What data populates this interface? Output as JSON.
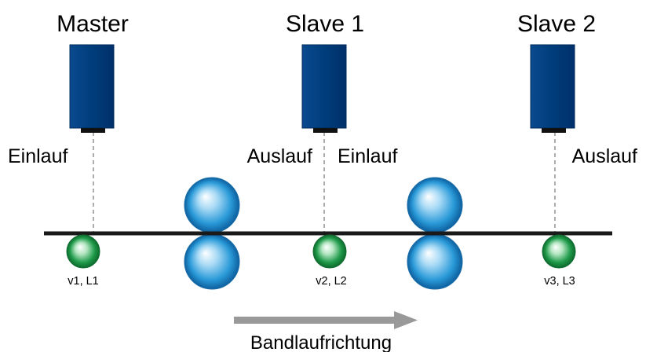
{
  "units": [
    {
      "label": "Master"
    },
    {
      "label": "Slave 1"
    },
    {
      "label": "Slave 2"
    }
  ],
  "zones": [
    {
      "label": "Einlauf"
    },
    {
      "label": "Auslauf"
    },
    {
      "label": "Einlauf"
    },
    {
      "label": "Auslauf"
    }
  ],
  "measuring_rolls": [
    {
      "label": "v1, L1"
    },
    {
      "label": "v2, L2"
    },
    {
      "label": "v3, L3"
    }
  ],
  "direction": {
    "label": "Bandlaufrichtung"
  },
  "colors": {
    "sensor_body": "#003d7c",
    "sensor_edge": "#002a5a",
    "sensor_base": "#111111",
    "strip": "#1a1a1a",
    "roll_blue": "#2a9ad8",
    "roll_green": "#1f9a4a",
    "arrow": "#999999",
    "dashed_line": "#777777"
  },
  "icons": {
    "sensor": "line-scan-sensor-icon",
    "pinch_roll": "pinch-roll-icon",
    "measuring_roll": "measuring-roll-icon",
    "arrow": "arrow-right-icon"
  }
}
